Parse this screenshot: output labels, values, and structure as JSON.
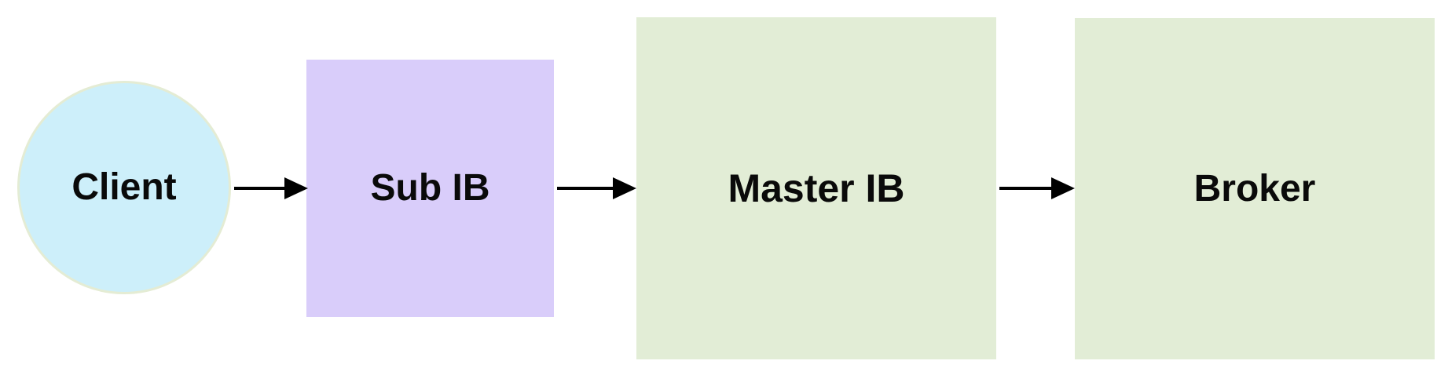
{
  "nodes": [
    {
      "id": "client",
      "label": "Client",
      "shape": "circle",
      "fill": "#cdeffa"
    },
    {
      "id": "sub_ib",
      "label": "Sub IB",
      "shape": "rectangle",
      "fill": "#d9cdfa"
    },
    {
      "id": "master_ib",
      "label": "Master IB",
      "shape": "rectangle",
      "fill": "#e2edd6"
    },
    {
      "id": "broker",
      "label": "Broker",
      "shape": "rectangle",
      "fill": "#e2edd6"
    }
  ],
  "edges": [
    {
      "from": "client",
      "to": "sub_ib"
    },
    {
      "from": "sub_ib",
      "to": "master_ib"
    },
    {
      "from": "master_ib",
      "to": "broker"
    }
  ],
  "colors": {
    "arrow": "#000000",
    "circle_border": "#e4ecd4"
  }
}
